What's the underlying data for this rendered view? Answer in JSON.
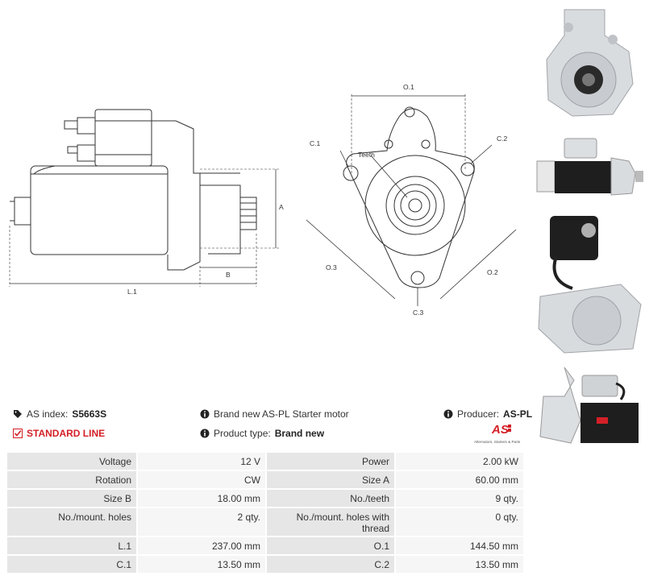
{
  "drawing": {
    "side_labels": {
      "A": "A",
      "B": "B",
      "L1": "L.1"
    },
    "front_labels": {
      "O1": "O.1",
      "O2": "O.2",
      "O3": "O.3",
      "C1": "C.1",
      "C2": "C.2",
      "C3": "C.3",
      "teeth": "Teeth"
    }
  },
  "info": {
    "index_label": "AS index:",
    "index_value": "S5663S",
    "line_label": "STANDARD LINE",
    "description": "Brand new AS-PL Starter motor",
    "product_type_label": "Product type:",
    "product_type_value": "Brand new",
    "producer_label": "Producer:",
    "producer_value": "AS-PL"
  },
  "logo": {
    "brand": "AS",
    "tagline": "Alternators, Starters & Parts"
  },
  "specs": [
    {
      "l1": "Voltage",
      "v1": "12 V",
      "l2": "Power",
      "v2": "2.00 kW"
    },
    {
      "l1": "Rotation",
      "v1": "CW",
      "l2": "Size A",
      "v2": "60.00 mm"
    },
    {
      "l1": "Size B",
      "v1": "18.00 mm",
      "l2": "No./teeth",
      "v2": "9 qty."
    },
    {
      "l1": "No./mount. holes",
      "v1": "2 qty.",
      "l2": "No./mount. holes with thread",
      "v2": "0 qty."
    },
    {
      "l1": "L.1",
      "v1": "237.00 mm",
      "l2": "O.1",
      "v2": "144.50 mm"
    },
    {
      "l1": "C.1",
      "v1": "13.50 mm",
      "l2": "C.2",
      "v2": "13.50 mm"
    }
  ]
}
